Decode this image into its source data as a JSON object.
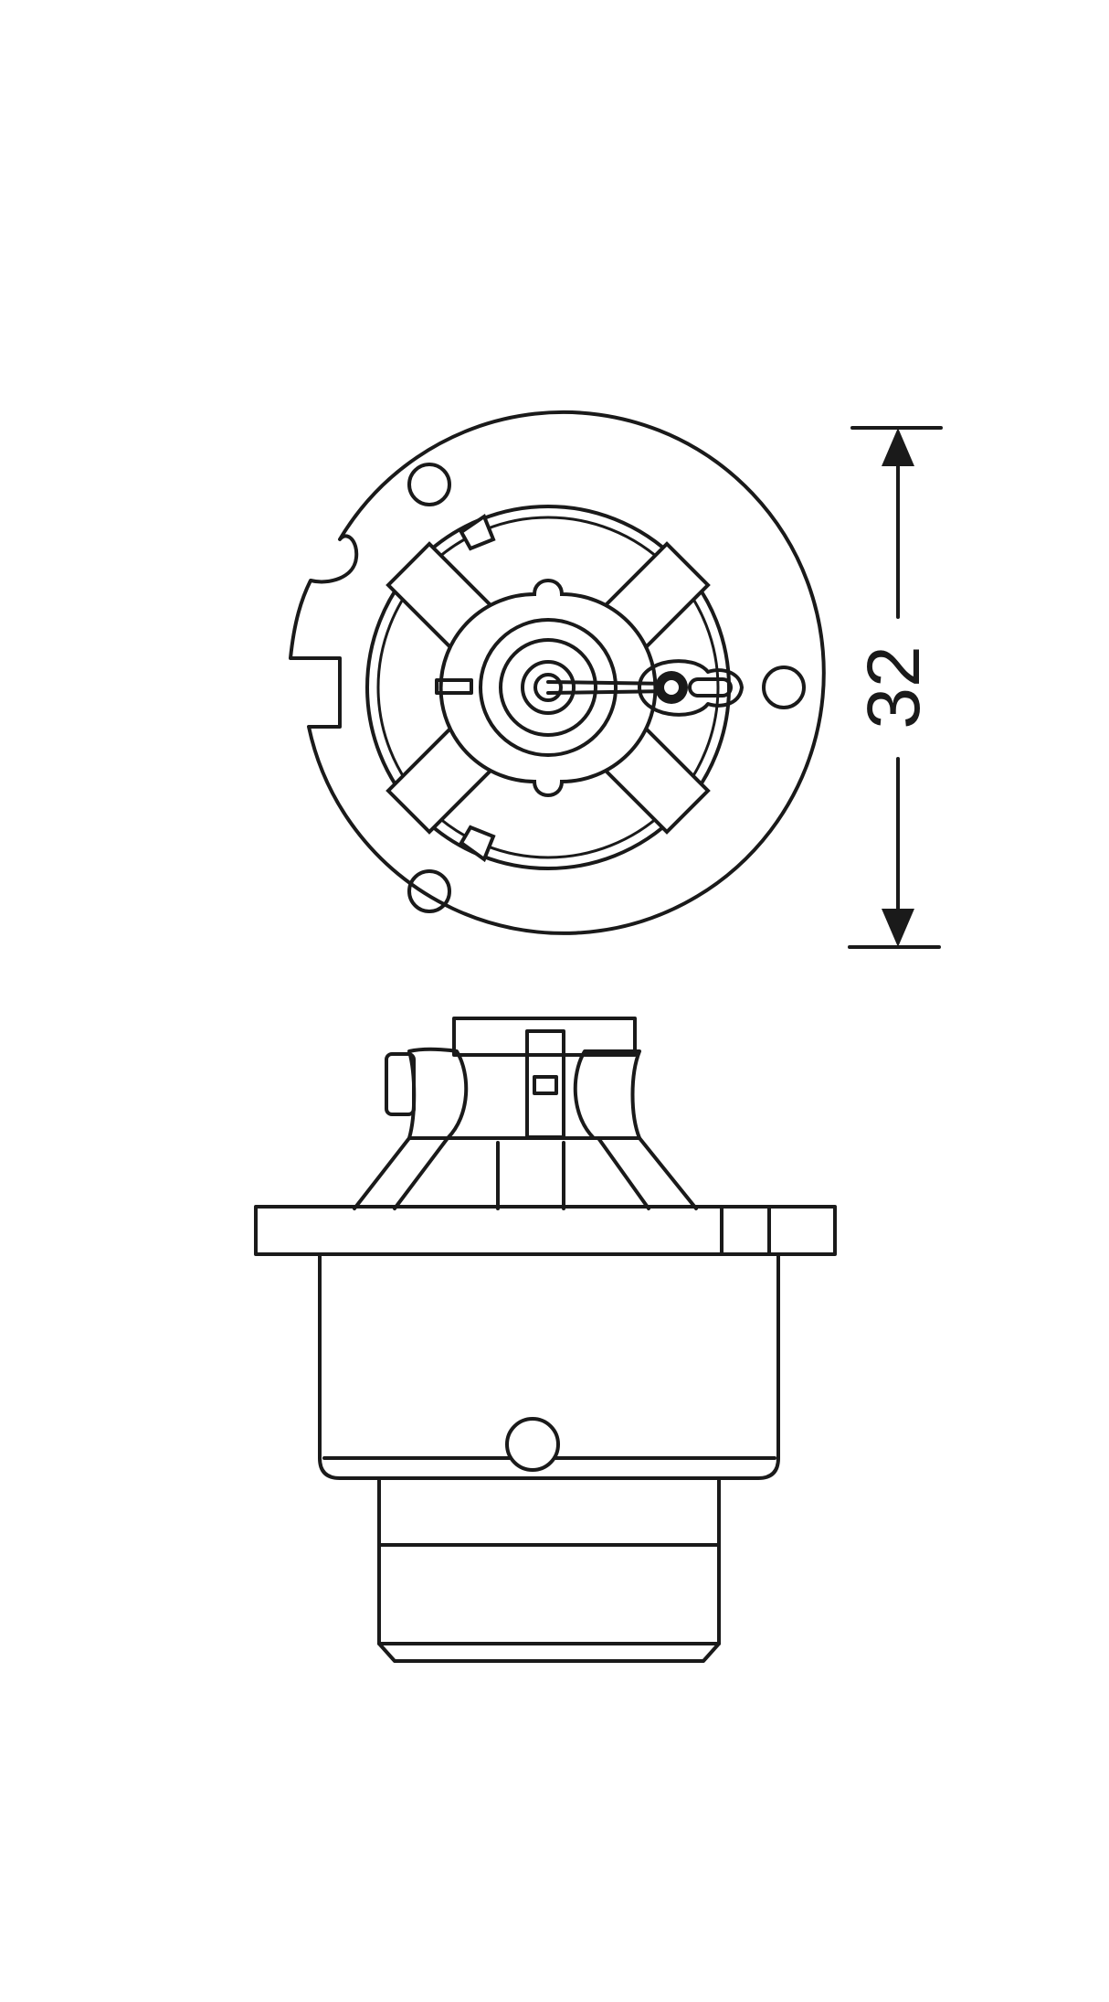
{
  "drawing": {
    "subject": "D2 xenon headlamp bulb base",
    "line_color": "#1a1a1a",
    "background": "#ffffff"
  },
  "front_view": {
    "dimension": {
      "value": "32",
      "orientation": "vertical"
    }
  },
  "side_view": {}
}
